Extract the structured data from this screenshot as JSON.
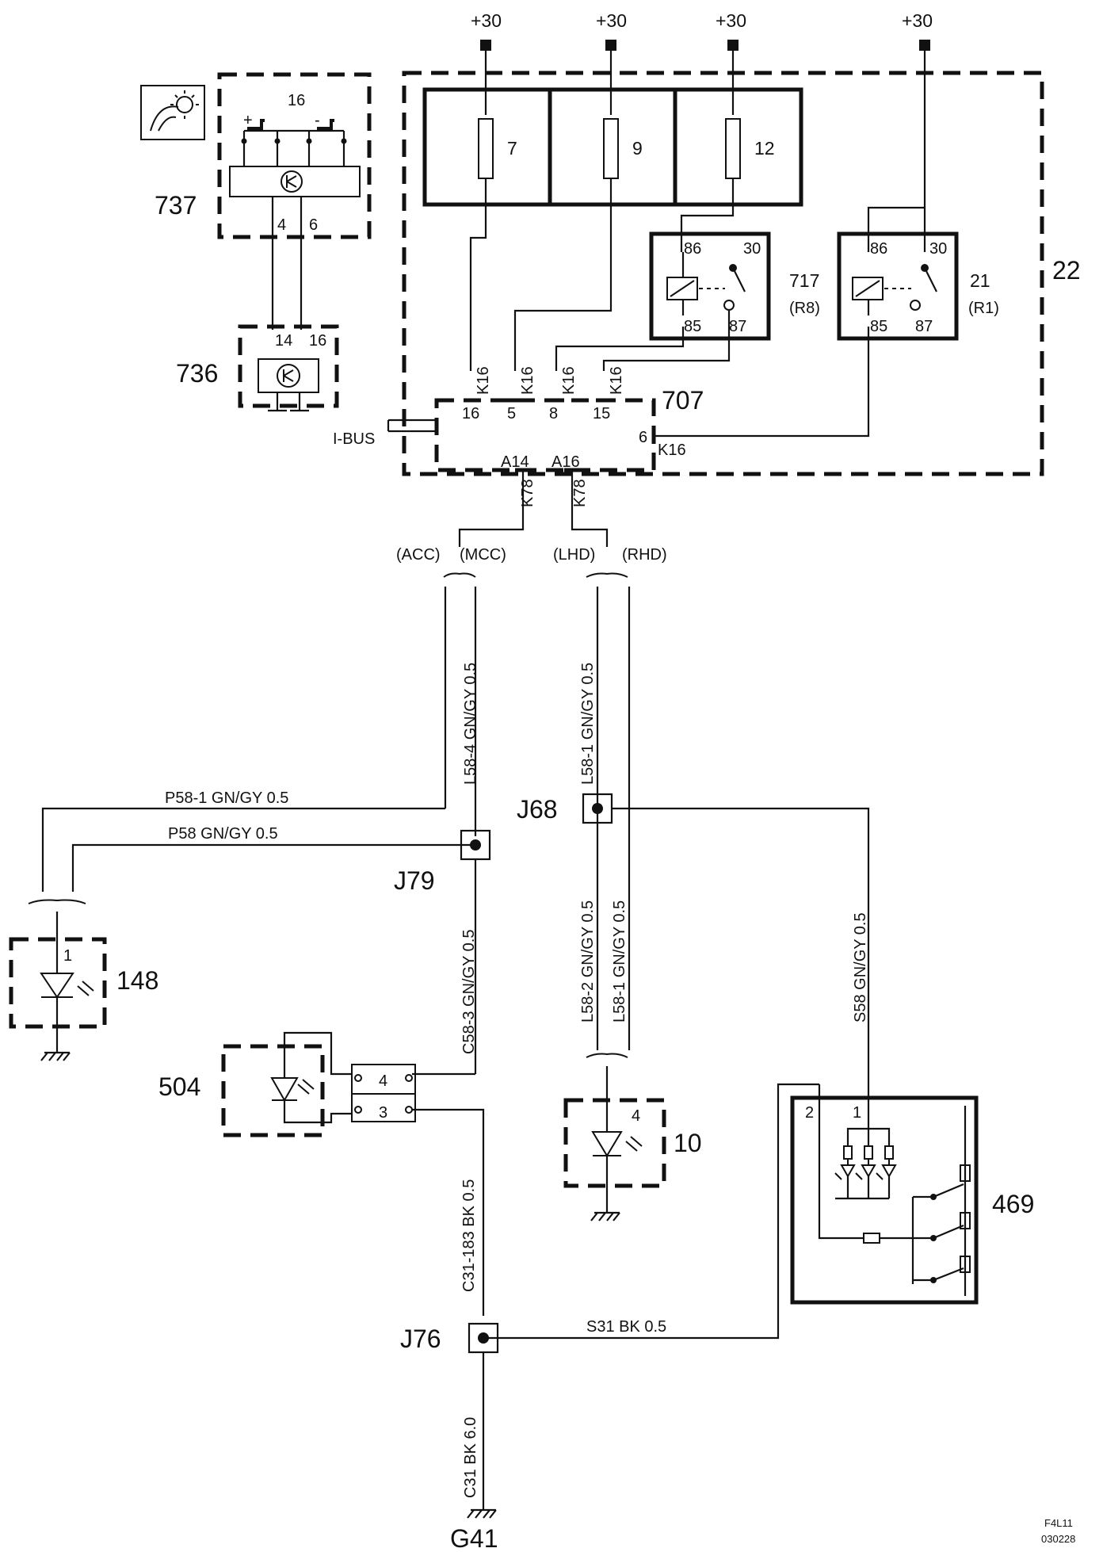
{
  "supply": "+30",
  "components": {
    "switch_737": {
      "id": "737",
      "pin_count_label": "16",
      "plus": "+",
      "minus": "-",
      "pins": [
        "4",
        "6"
      ]
    },
    "unit_736": {
      "id": "736",
      "pins": [
        "14",
        "16"
      ]
    },
    "fuse_box_22": {
      "id": "22",
      "fuses": [
        "7",
        "9",
        "12"
      ]
    },
    "relay_717": {
      "id": "717",
      "ref": "(R8)",
      "pins": [
        "86",
        "30",
        "85",
        "87"
      ]
    },
    "relay_21": {
      "id": "21",
      "ref": "(R1)",
      "pins": [
        "86",
        "30",
        "85",
        "87"
      ]
    },
    "module_707": {
      "id": "707",
      "pins_top": [
        "16",
        "5",
        "8",
        "15"
      ],
      "pin_right": "6",
      "pins_bottom": [
        "A14",
        "A16"
      ],
      "bus": "I-BUS"
    },
    "lamp_148": {
      "id": "148",
      "pin": "1"
    },
    "lamp_504": {
      "id": "504",
      "pins": [
        "4",
        "3"
      ]
    },
    "lamp_10": {
      "id": "10",
      "pin": "4"
    },
    "switch_469": {
      "id": "469",
      "pins": [
        "2",
        "1"
      ]
    }
  },
  "wire_codes": {
    "k16": "K16",
    "k78": "K78",
    "acc": "(ACC)",
    "mcc": "(MCC)",
    "lhd": "(LHD)",
    "rhd": "(RHD)",
    "l58_4": "L58-4  GN/GY  0.5",
    "l58_1_top": "L58-1  GN/GY  0.5",
    "p58_1": "P58-1  GN/GY  0.5",
    "p58": "P58  GN/GY  0.5",
    "c58_3": "C58-3  GN/GY  0.5",
    "l58_2": "L58-2  GN/GY  0.5",
    "l58_1_bottom": "L58-1  GN/GY  0.5",
    "s58": "S58  GN/GY  0.5",
    "c31_183": "C31-183  BK  0.5",
    "s31": "S31  BK   0.5",
    "c31": "C31  BK  6.0"
  },
  "junctions": [
    "J68",
    "J79",
    "J76"
  ],
  "ground": "G41",
  "footer": {
    "line1": "F4L11",
    "line2": "030228"
  }
}
